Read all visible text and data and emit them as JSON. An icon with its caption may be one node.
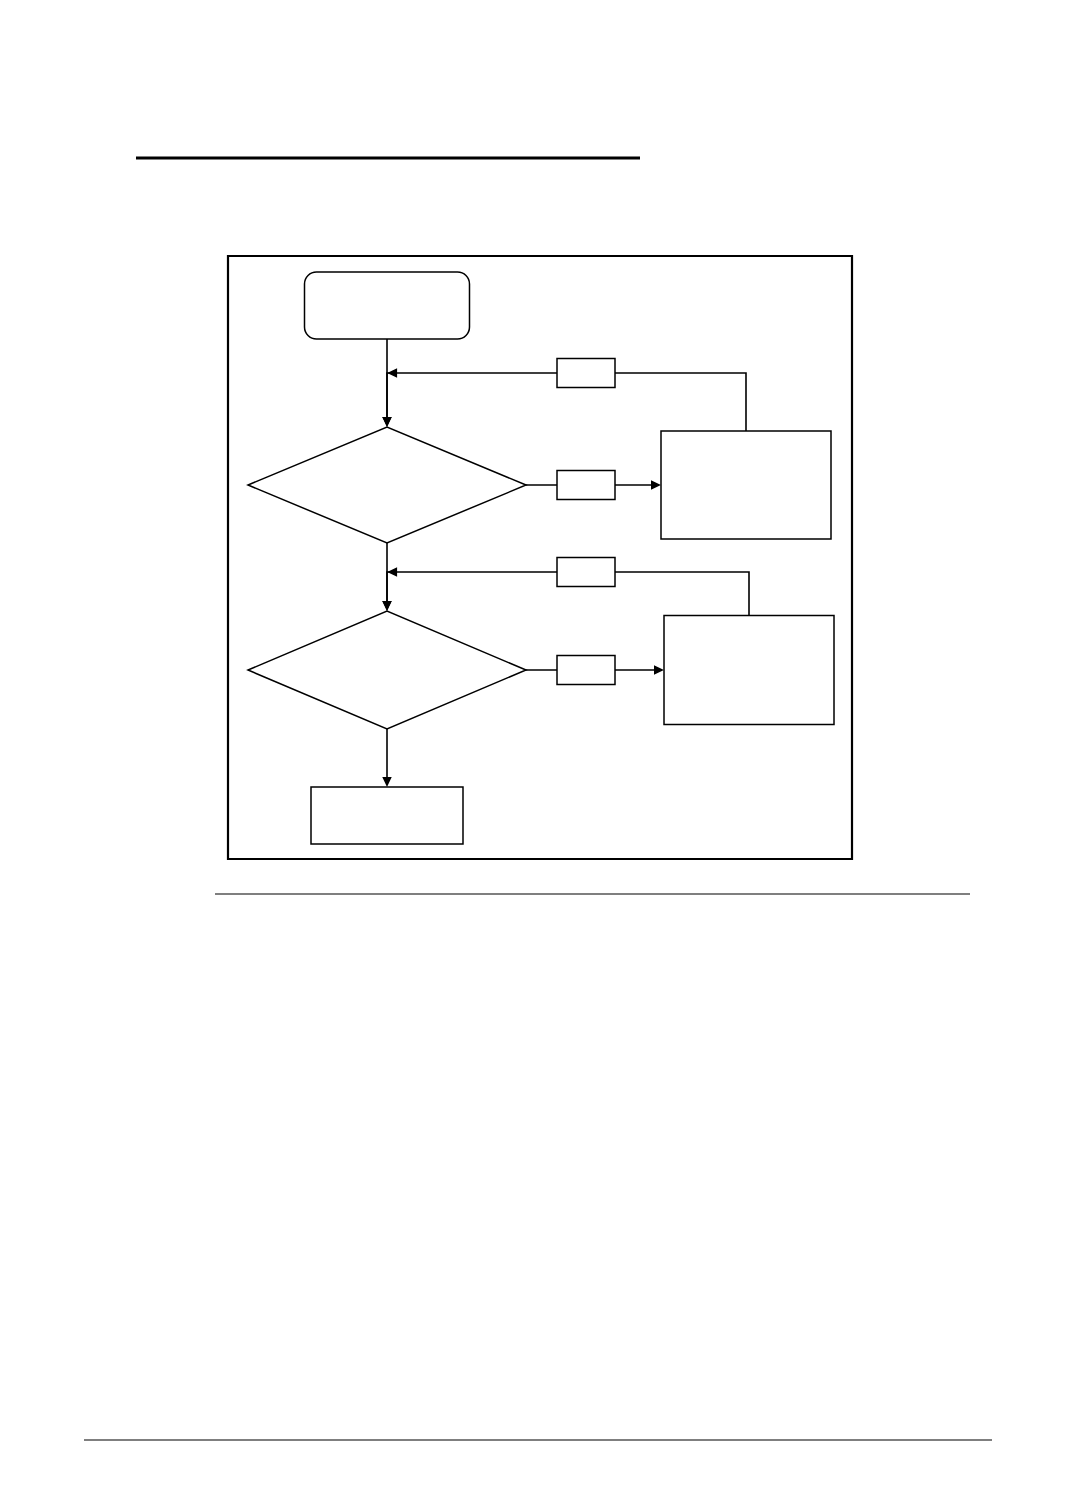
{
  "diagram": {
    "nodes": [
      {
        "text": [],
        "shape": "box"
      },
      {
        "text": [],
        "shape": "box",
        "in": 0
      },
      {
        "text": [],
        "shape": "box",
        "in": 0
      },
      {
        "text": [],
        "shape": "diamond",
        "in": 0
      },
      {
        "text": [],
        "shape": "box",
        "in": 0
      },
      {
        "text": [],
        "shape": "box",
        "in": 0
      },
      {
        "text": [],
        "shape": "box",
        "in": 0
      },
      {
        "text": [],
        "shape": "diamond",
        "in": 0
      },
      {
        "text": [],
        "shape": "box",
        "in": 0
      },
      {
        "text": [],
        "shape": "box",
        "in": 0
      },
      {
        "text": [],
        "shape": "box",
        "in": 0
      }
    ],
    "edges": [
      {
        "from": 1,
        "to": 3,
        "arrow": "to"
      },
      {
        "from": 5,
        "to": 2,
        "arrow": "none"
      },
      {
        "from": 2,
        "to": 3,
        "arrow": "to"
      },
      {
        "from": 3,
        "to": 4,
        "arrow": "none"
      },
      {
        "from": 4,
        "to": 5,
        "arrow": "to"
      },
      {
        "from": 3,
        "to": 7,
        "arrow": "to"
      },
      {
        "from": 9,
        "to": 6,
        "arrow": "none"
      },
      {
        "from": 6,
        "to": 7,
        "arrow": "to"
      },
      {
        "from": 7,
        "to": 8,
        "arrow": "none"
      },
      {
        "from": 8,
        "to": 9,
        "arrow": "to"
      },
      {
        "from": 7,
        "to": 10,
        "arrow": "to"
      }
    ]
  }
}
